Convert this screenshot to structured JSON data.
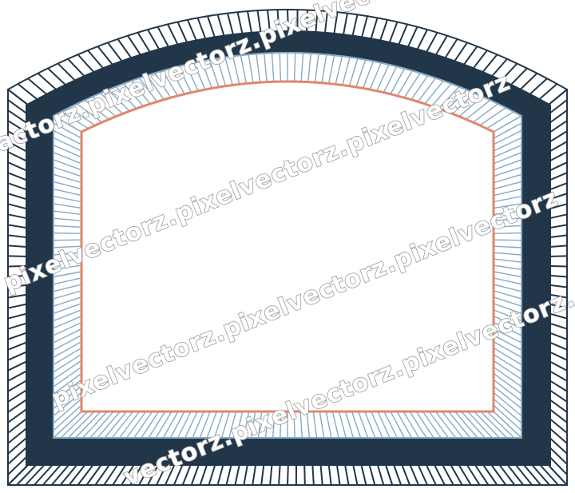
{
  "colors": {
    "background": "#ffffff",
    "outer_frame": "#22364a",
    "inner_frame": "#86aac4",
    "border_line": "#e0876a",
    "watermark_fill": "#ffffff",
    "watermark_stroke": "#9a9a9a"
  },
  "watermark": {
    "line_1": "actorz.pixelvectorz.pixelvectorz.",
    "line_2": "pixelvectorz.pixelvectorz.pixelvectorz",
    "line_3": "pixelvectorz.pixelvectorz.pixelvectorz",
    "line_4": "vectorz.pixelvectorz.pixelvectorz."
  }
}
